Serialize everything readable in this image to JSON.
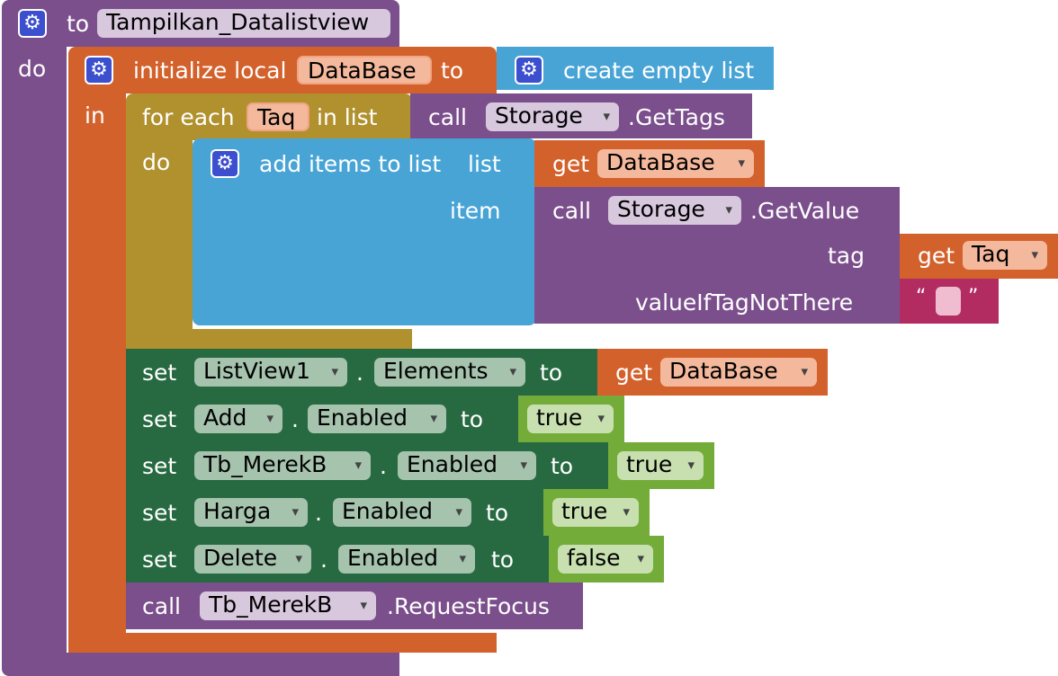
{
  "procedure": {
    "to_label": "to",
    "name": "Tampilkan_Datalistview",
    "do_label": "do"
  },
  "init_local": {
    "label": "initialize local",
    "var_name": "DataBase",
    "to_label": "to",
    "in_label": "in",
    "value_label": "create empty list"
  },
  "for_each": {
    "label": "for each",
    "var_name": "Taq",
    "in_list_label": "in list",
    "do_label": "do",
    "source_call": "call",
    "source_component": "Storage",
    "source_method": ".GetTags"
  },
  "add_items": {
    "label": "add items to list",
    "list_label": "list",
    "item_label": "item",
    "list_get": "get",
    "list_var": "DataBase",
    "item_call": "call",
    "item_component": "Storage",
    "item_method": ".GetValue",
    "tag_label": "tag",
    "tag_get": "get",
    "tag_var": "Taq",
    "default_label": "valueIfTagNotThere",
    "quote_open": "“",
    "quote_close": "”"
  },
  "statements": [
    {
      "set": "set",
      "component": "ListView1",
      "dot": ".",
      "property": "Elements",
      "to": "to",
      "get": "get",
      "value": "DataBase"
    },
    {
      "set": "set",
      "component": "Add",
      "dot": ".",
      "property": "Enabled",
      "to": "to",
      "value": "true"
    },
    {
      "set": "set",
      "component": "Tb_MerekB",
      "dot": ".",
      "property": "Enabled",
      "to": "to",
      "value": "true"
    },
    {
      "set": "set",
      "component": "Harga",
      "dot": ".",
      "property": "Enabled",
      "to": "to",
      "value": "true"
    },
    {
      "set": "set",
      "component": "Delete",
      "dot": ".",
      "property": "Enabled",
      "to": "to",
      "value": "false"
    }
  ],
  "request_focus": {
    "call": "call",
    "component": "Tb_MerekB",
    "method": ".RequestFocus"
  },
  "colors": {
    "procedure": "#7b4f8c",
    "variable": "#d3612c",
    "control": "#b0912e",
    "list": "#49a4d6",
    "component_set": "#276a41",
    "logic": "#74ac3a",
    "text": "#b22c62",
    "gear": "#3b4fcf"
  },
  "icons": [
    "gear-icon",
    "dropdown-arrow-icon"
  ]
}
